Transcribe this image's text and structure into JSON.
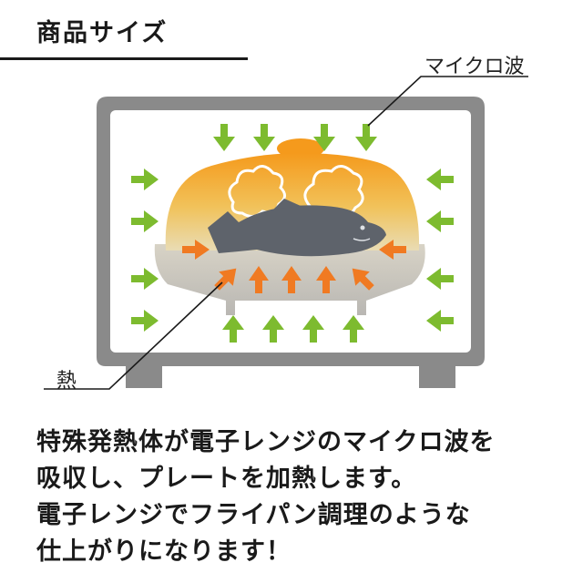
{
  "header": {
    "title": "商品サイズ"
  },
  "labels": {
    "microwave": "マイクロ波",
    "heat": "熱"
  },
  "description": {
    "lines": [
      "特殊発熱体が電子レンジのマイクロ波を",
      "吸収し、プレートを加熱します。",
      "電子レンジでフライパン調理のような",
      "仕上がりになります！"
    ]
  },
  "colors": {
    "oven_frame": "#8a8a8a",
    "microwave_arrow": "#7dbb2f",
    "heat_arrow": "#f07a22",
    "dome_top": "#f39a1f",
    "plate": "#c9c6bf",
    "fish": "#5e636b"
  },
  "icons": [
    "microwave-arrow-icon",
    "heat-arrow-icon",
    "fish-icon",
    "steam-icon"
  ]
}
